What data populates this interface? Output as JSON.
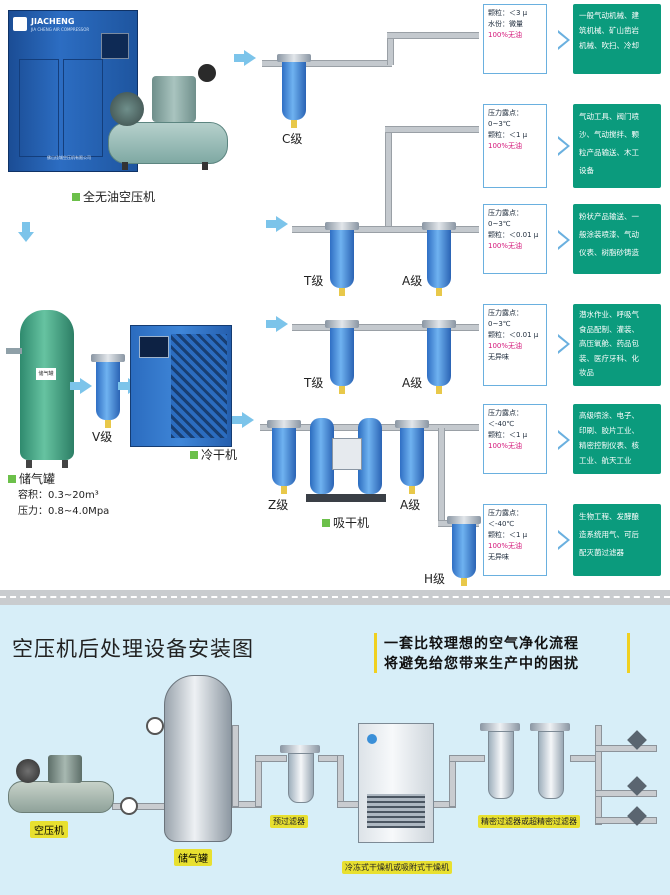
{
  "compressor_label": "全无油空压机",
  "compressor_brand": "JIACHENG",
  "compressor_brand_sub": "JIA CHENG AIR COMPRESSOR",
  "compressor_plate": "佛山佳城空压机有限公司",
  "tank_label": "储气罐",
  "tank_volume": "容积：0.3~20m³",
  "tank_pressure": "压力：0.8~4.0Mpa",
  "tank_plate": "储气罐",
  "dryer_label": "冷干机",
  "adsorption_label": "吸干机",
  "filter_labels": {
    "c": "C级",
    "t1": "T级",
    "a1": "A级",
    "t2": "T级",
    "a2": "A级",
    "v": "V级",
    "z": "Z级",
    "a3": "A级",
    "h": "H级"
  },
  "rows": [
    {
      "specs": [
        "颗粒：＜3 μ",
        "水份：微量"
      ],
      "pink": [
        "100%无油"
      ],
      "apps": [
        "一般气动机械、建",
        "筑机械、矿山凿岩",
        "机械、吹扫、冷却"
      ]
    },
    {
      "specs": [
        "压力露点：",
        "0~3℃",
        "颗粒：＜1 μ"
      ],
      "pink": [
        "100%无油"
      ],
      "apps": [
        "气动工具、阀门喷",
        "沙、气动搅拌、颗",
        "粒产品输送、木工",
        "设备"
      ]
    },
    {
      "specs": [
        "压力露点：",
        "0~3℃",
        "颗粒：＜0.01 μ"
      ],
      "pink": [
        "100%无油"
      ],
      "apps": [
        "粉状产品输送、一",
        "般涂装喷漆、气动",
        "仪表、树脂砂铸造"
      ]
    },
    {
      "specs": [
        "压力露点：",
        "0~3℃",
        "颗粒：＜0.01 μ"
      ],
      "pink": [
        "100%无油"
      ],
      "extra": "无异味",
      "apps": [
        "潜水作业、呼吸气",
        "食品配制、灌装、",
        "高压氧舱、药品包",
        "装、医疗牙科、化",
        "妆品"
      ]
    },
    {
      "specs": [
        "压力露点：",
        "＜-40℃",
        "颗粒：＜1 μ"
      ],
      "pink": [
        "100%无油"
      ],
      "apps": [
        "高级喷涂、电子、",
        "印刷、胶片工业、",
        "精密控制仪表、核",
        "工业、航天工业"
      ]
    },
    {
      "specs": [
        "压力露点：",
        "＜-40℃",
        "颗粒：＜1 μ"
      ],
      "pink": [
        "100%无油"
      ],
      "extra": "无异味",
      "apps": [
        "生物工程、发酵酿",
        "造系统用气、可后",
        "配灭菌过滤器"
      ]
    }
  ],
  "bottom": {
    "title": "空压机后处理设备安装图",
    "slogan_1": "一套比较理想的空气净化流程",
    "slogan_2": "将避免给您带来生产中的困扰",
    "labels": {
      "compressor": "空压机",
      "tank": "储气罐",
      "prefilter": "预过滤器",
      "dryer": "冷冻式干燥机或吸附式干燥机",
      "precision": "精密过滤器或超精密过滤器"
    }
  },
  "colors": {
    "accent_green": "#0b9b7d",
    "arrow_blue": "#7cc4ea",
    "pink": "#d4187a",
    "filter_blue": "#3a7fd0"
  }
}
